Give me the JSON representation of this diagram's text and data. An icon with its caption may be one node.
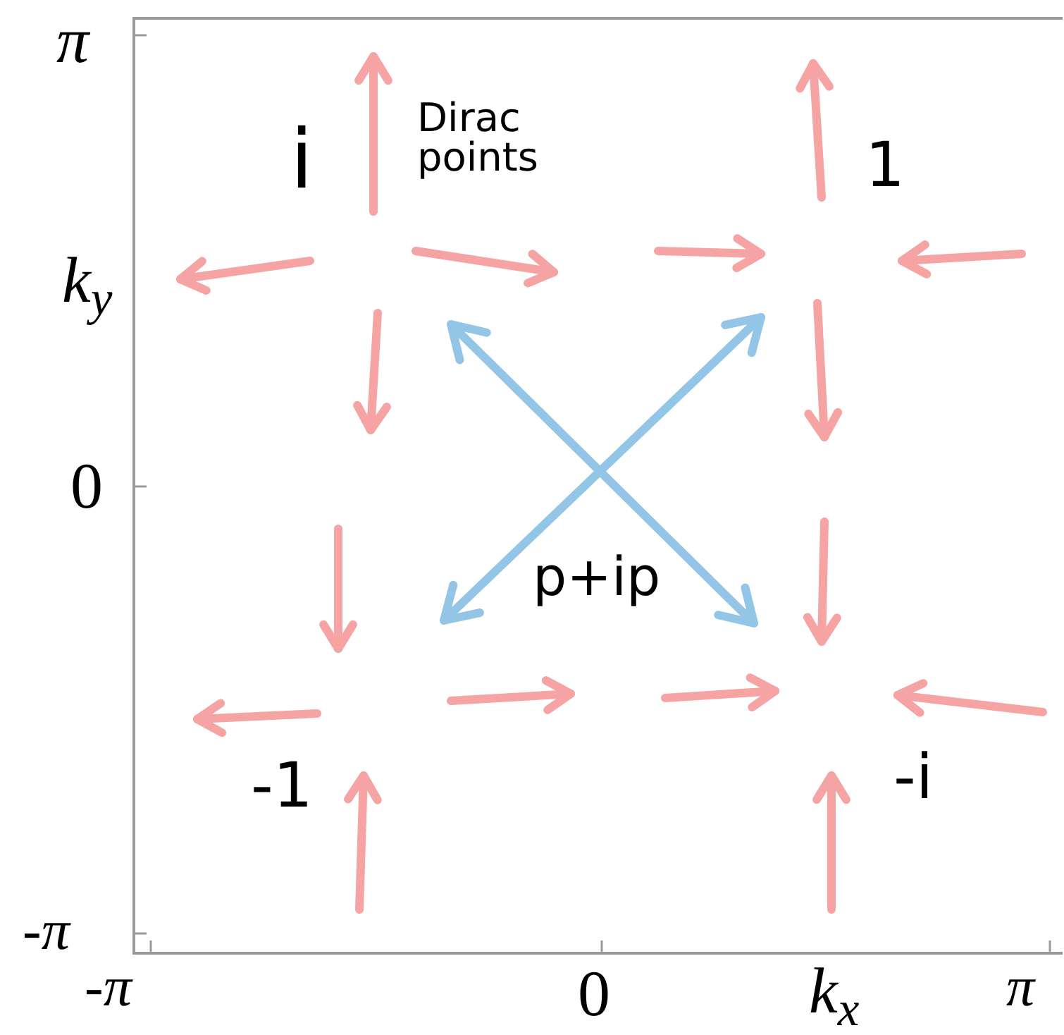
{
  "diagram": {
    "labels": [
      "π",
      "i",
      "Dirac points",
      "1",
      "k$_{y}$",
      "0",
      "p+ip",
      "-1",
      "-i",
      "-π",
      "-π",
      "0",
      "k$_{x}$",
      "π"
    ]
  }
}
